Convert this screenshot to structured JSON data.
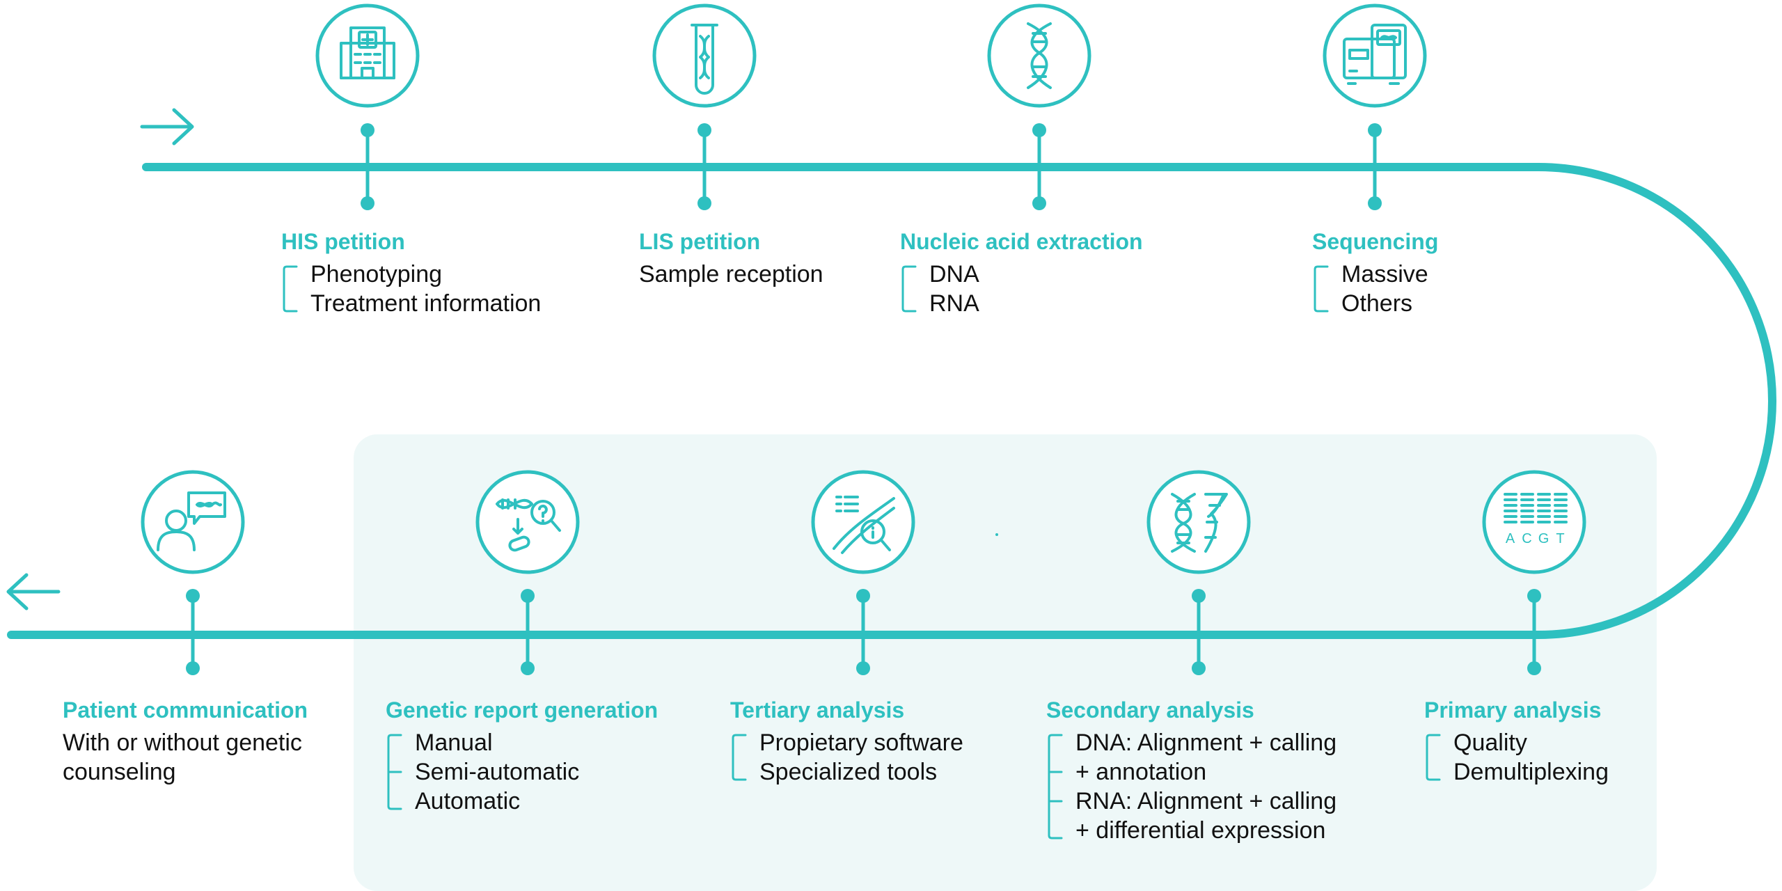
{
  "colors": {
    "accent": "#2ec0c0",
    "panel": "#eef8f8",
    "text": "#111111"
  },
  "top_row": [
    {
      "id": "his-petition",
      "icon": "hospital-icon",
      "title": "HIS petition",
      "items": [
        "Phenotyping",
        "Treatment information"
      ],
      "bracketed": true
    },
    {
      "id": "lis-petition",
      "icon": "test-tube-icon",
      "title": "LIS petition",
      "items": [
        "Sample reception"
      ],
      "bracketed": false
    },
    {
      "id": "nucleic-acid-extraction",
      "icon": "dna-icon",
      "title": "Nucleic acid extraction",
      "items": [
        "DNA",
        "RNA"
      ],
      "bracketed": true
    },
    {
      "id": "sequencing",
      "icon": "sequencer-icon",
      "title": "Sequencing",
      "items": [
        "Massive",
        "Others"
      ],
      "bracketed": true
    }
  ],
  "bottom_row": [
    {
      "id": "patient-communication",
      "icon": "patient-chat-icon",
      "title": "Patient communication",
      "items": [
        "With or without genetic",
        "counseling"
      ],
      "bracketed": false
    },
    {
      "id": "genetic-report-generation",
      "icon": "dna-question-icon",
      "title": "Genetic report generation",
      "items": [
        "Manual",
        "Semi-automatic",
        "Automatic"
      ],
      "bracketed": true
    },
    {
      "id": "tertiary-analysis",
      "icon": "dna-search-icon",
      "title": "Tertiary analysis",
      "items": [
        "Propietary software",
        "Specialized tools"
      ],
      "bracketed": true
    },
    {
      "id": "secondary-analysis",
      "icon": "dna-alignment-icon",
      "title": "Secondary analysis",
      "items": [
        "DNA: Alignment + calling",
        "+ annotation",
        "RNA: Alignment + calling",
        "+ differential expression"
      ],
      "bracketed": true
    },
    {
      "id": "primary-analysis",
      "icon": "sequence-reads-icon",
      "title": "Primary analysis",
      "items": [
        "Quality",
        "Demultiplexing"
      ],
      "bracketed": true
    }
  ],
  "sequence_letters": [
    "A",
    "C",
    "G",
    "T"
  ]
}
